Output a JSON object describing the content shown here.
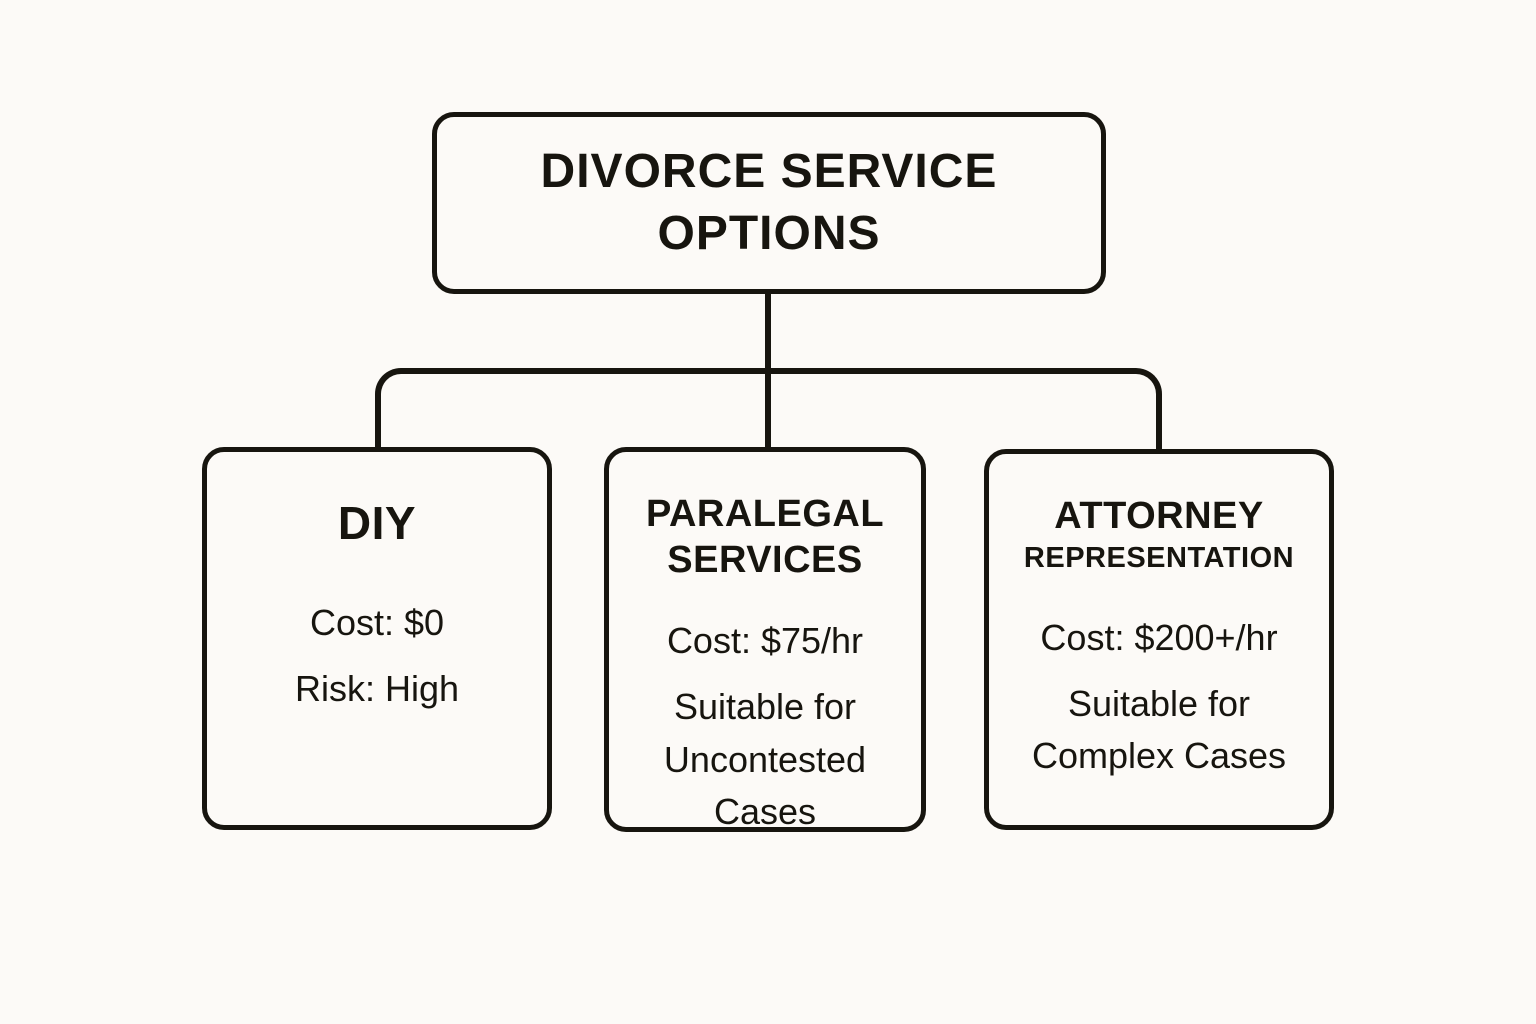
{
  "colors": {
    "background": "#fcfaf7",
    "ink": "#17150f"
  },
  "root": {
    "title": "DIVORCE SERVICE OPTIONS"
  },
  "options": [
    {
      "title": "DIY",
      "details": [
        "Cost: $0",
        "Risk: High"
      ]
    },
    {
      "title": "PARALEGAL SERVICES",
      "details": [
        "Cost: $75/hr",
        "Suitable for Uncontested Cases"
      ]
    },
    {
      "title": "ATTORNEY",
      "subtitle": "REPRESENTATION",
      "details": [
        "Cost: $200+/hr",
        "Suitable for Complex Cases"
      ]
    }
  ]
}
